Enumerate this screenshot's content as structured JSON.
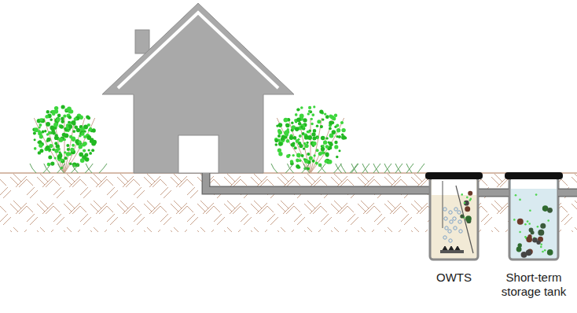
{
  "diagram": {
    "nodes": [
      {
        "text": [
          "OWTS"
        ]
      },
      {
        "text": [
          "Short-term storage tank"
        ]
      }
    ],
    "edges": [
      {
        "from": 0,
        "to": 1,
        "arrow": "none"
      }
    ]
  }
}
